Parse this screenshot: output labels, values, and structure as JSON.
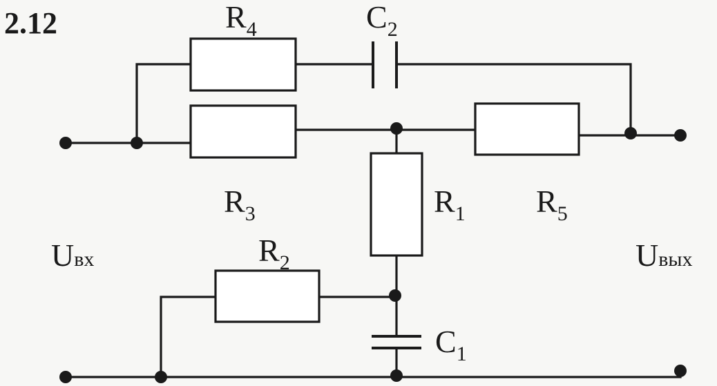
{
  "problem_number": "2.12",
  "components": {
    "R4": {
      "letter": "R",
      "index": "4"
    },
    "C2": {
      "letter": "C",
      "index": "2"
    },
    "R3": {
      "letter": "R",
      "index": "3"
    },
    "R1": {
      "letter": "R",
      "index": "1"
    },
    "R5": {
      "letter": "R",
      "index": "5"
    },
    "R2": {
      "letter": "R",
      "index": "2"
    },
    "C1": {
      "letter": "C",
      "index": "1"
    }
  },
  "terminals": {
    "input": {
      "letter": "U",
      "sub": "вх"
    },
    "output": {
      "letter": "U",
      "sub": "вых"
    }
  }
}
